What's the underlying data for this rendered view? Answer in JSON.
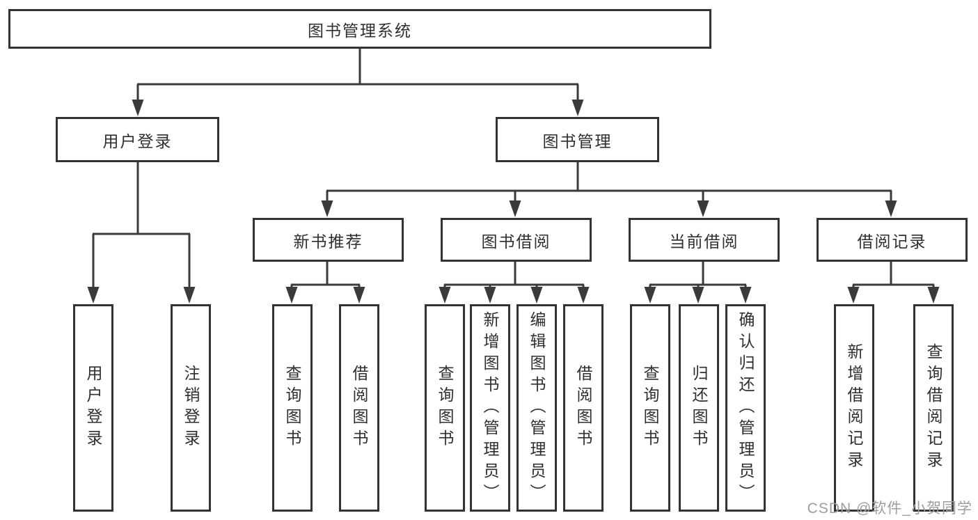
{
  "diagram": {
    "root": {
      "label": "图书管理系统"
    },
    "level2": [
      {
        "label": "用户登录"
      },
      {
        "label": "图书管理"
      }
    ],
    "level3": [
      {
        "label": "新书推荐"
      },
      {
        "label": "图书借阅"
      },
      {
        "label": "当前借阅"
      },
      {
        "label": "借阅记录"
      }
    ],
    "leaves": {
      "user_login": [
        {
          "label": "用户登录"
        },
        {
          "label": "注销登录"
        }
      ],
      "new_book_rec": [
        {
          "label": "查询图书"
        },
        {
          "label": "借阅图书"
        }
      ],
      "book_borrow": [
        {
          "label": "查询图书"
        },
        {
          "label": "新增图书（管理员）"
        },
        {
          "label": "编辑图书（管理员）"
        },
        {
          "label": "借阅图书"
        }
      ],
      "current_borrow": [
        {
          "label": "查询图书"
        },
        {
          "label": "归还图书"
        },
        {
          "label": "确认归还（管理员）"
        }
      ],
      "borrow_records": [
        {
          "label": "新增借阅记录"
        },
        {
          "label": "查询借阅记录"
        }
      ]
    },
    "colors": {
      "line": "#3a3a3a",
      "box_border": "#333333",
      "text": "#2f2f2f",
      "background": "#ffffff",
      "watermark": "#9e9e9e"
    }
  },
  "watermark": {
    "text": "CSDN @软件_小贺同学"
  }
}
